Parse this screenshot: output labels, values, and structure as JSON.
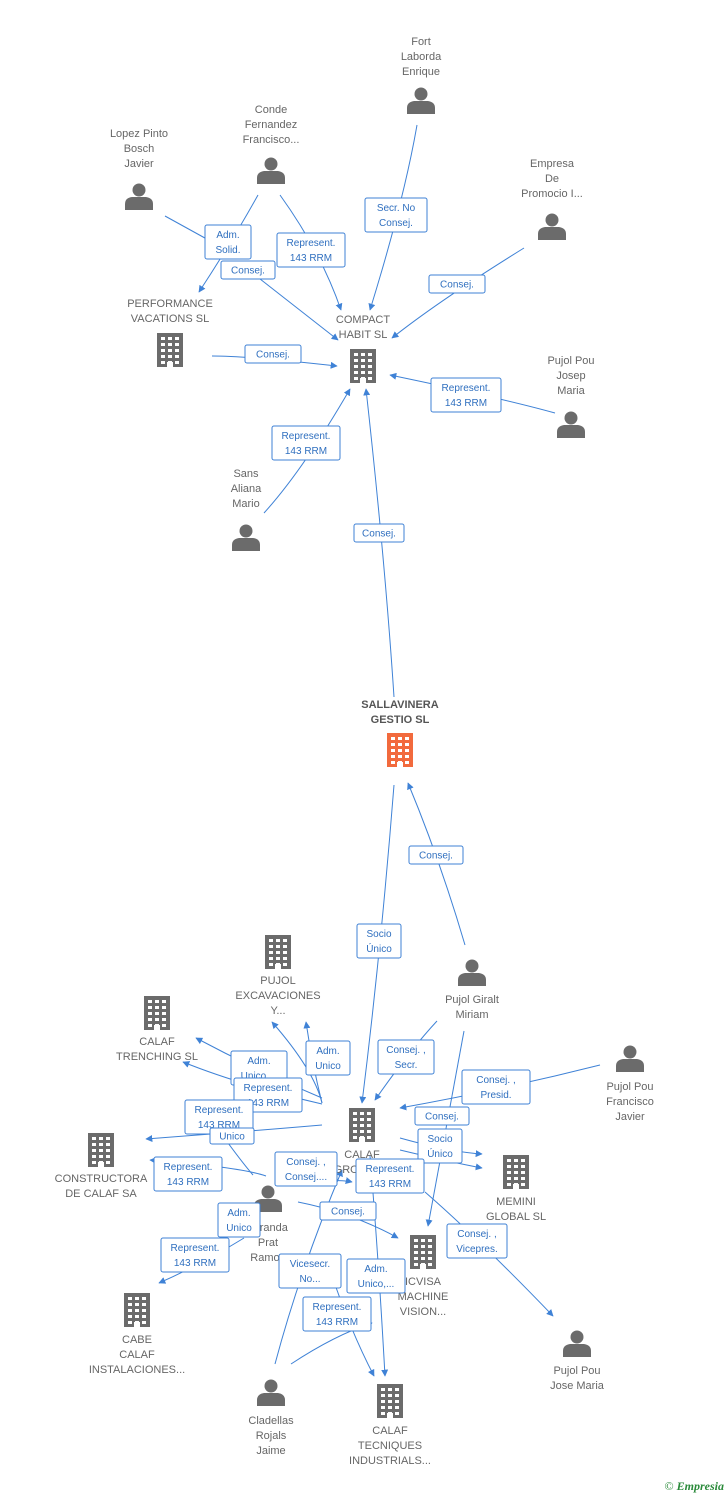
{
  "nodes": [
    {
      "id": "fort",
      "type": "person",
      "lines": [
        "Fort",
        "Laborda",
        "Enrique"
      ]
    },
    {
      "id": "conde",
      "type": "person",
      "lines": [
        "Conde",
        "Fernandez",
        "Francisco..."
      ]
    },
    {
      "id": "lopez",
      "type": "person",
      "lines": [
        "Lopez Pinto",
        "Bosch",
        "Javier"
      ]
    },
    {
      "id": "empresa",
      "type": "person",
      "lines": [
        "Empresa",
        "De",
        "Promocio I..."
      ]
    },
    {
      "id": "performance",
      "type": "company",
      "lines": [
        "PERFORMANCE",
        "VACATIONS SL"
      ]
    },
    {
      "id": "compact",
      "type": "company",
      "lines": [
        "COMPACT",
        "HABIT SL"
      ]
    },
    {
      "id": "pujolpou_jm",
      "type": "person",
      "lines": [
        "Pujol Pou",
        "Josep",
        "Maria"
      ]
    },
    {
      "id": "sans",
      "type": "person",
      "lines": [
        "Sans",
        "Aliana",
        "Mario"
      ]
    },
    {
      "id": "sallavinera",
      "type": "focus",
      "lines": [
        "SALLAVINERA",
        "GESTIO SL"
      ]
    },
    {
      "id": "pujolexc",
      "type": "company",
      "lines": [
        "PUJOL",
        "EXCAVACIONES",
        "Y..."
      ]
    },
    {
      "id": "calaftrench",
      "type": "company",
      "lines": [
        "CALAF",
        "TRENCHING SL"
      ]
    },
    {
      "id": "miriam",
      "type": "person",
      "lines": [
        "Pujol Giralt",
        "Miriam"
      ]
    },
    {
      "id": "fjavier",
      "type": "person",
      "lines": [
        "Pujol Pou",
        "Francisco",
        "Javier"
      ]
    },
    {
      "id": "calafgroup",
      "type": "company",
      "lines": [
        "CALAF",
        "GROUP SL"
      ]
    },
    {
      "id": "constructora",
      "type": "company",
      "lines": [
        "CONSTRUCTORA",
        "DE CALAF SA"
      ]
    },
    {
      "id": "memini",
      "type": "company",
      "lines": [
        "MEMINI",
        "GLOBAL SL"
      ]
    },
    {
      "id": "miranda",
      "type": "person",
      "lines": [
        "Miranda",
        "Prat",
        "Ramon"
      ]
    },
    {
      "id": "icvisa",
      "type": "company",
      "lines": [
        "ICVISA",
        "MACHINE",
        "VISION..."
      ]
    },
    {
      "id": "cabe",
      "type": "company",
      "lines": [
        "CABE",
        "CALAF",
        "INSTALACIONES..."
      ]
    },
    {
      "id": "josemaria",
      "type": "person",
      "lines": [
        "Pujol Pou",
        "Jose Maria"
      ]
    },
    {
      "id": "cladellas",
      "type": "person",
      "lines": [
        "Cladellas",
        "Rojals",
        "Jaime"
      ]
    },
    {
      "id": "tecniques",
      "type": "company",
      "lines": [
        "CALAF",
        "TECNIQUES",
        "INDUSTRIALS..."
      ]
    }
  ],
  "relations": [
    {
      "lines": [
        "Secr.  No",
        "Consej."
      ]
    },
    {
      "lines": [
        "Adm.",
        "Solid."
      ]
    },
    {
      "lines": [
        "Represent.",
        "143 RRM"
      ]
    },
    {
      "lines": [
        "Consej."
      ]
    },
    {
      "lines": [
        "Consej."
      ]
    },
    {
      "lines": [
        "Consej."
      ]
    },
    {
      "lines": [
        "Represent.",
        "143 RRM"
      ]
    },
    {
      "lines": [
        "Represent.",
        "143 RRM"
      ]
    },
    {
      "lines": [
        "Consej."
      ]
    },
    {
      "lines": [
        "Consej."
      ]
    },
    {
      "lines": [
        "Socio",
        "Único"
      ]
    },
    {
      "lines": [
        "Adm.",
        "Unico"
      ]
    },
    {
      "lines": [
        "Adm.",
        "Unico,..."
      ]
    },
    {
      "lines": [
        "Represent.",
        "143 RRM"
      ]
    },
    {
      "lines": [
        "Represent.",
        "143 RRM"
      ]
    },
    {
      "lines": [
        "Consej. ,",
        "Secr."
      ]
    },
    {
      "lines": [
        "Consej. ,",
        "Presid."
      ]
    },
    {
      "lines": [
        "Consej."
      ]
    },
    {
      "lines": [
        "Socio",
        "Único"
      ]
    },
    {
      "lines": [
        "Represent.",
        "143 RRM"
      ]
    },
    {
      "lines": [
        "Represent.",
        "143 RRM"
      ]
    },
    {
      "lines": [
        "Consej. ,",
        "Consej...."
      ]
    },
    {
      "lines": [
        "Adm.",
        "Unico"
      ]
    },
    {
      "lines": [
        "Consej."
      ]
    },
    {
      "lines": [
        "Represent.",
        "143 RRM"
      ]
    },
    {
      "lines": [
        "Consej. ,",
        "Vicepres."
      ]
    },
    {
      "lines": [
        "Vicesecr.",
        "No..."
      ]
    },
    {
      "lines": [
        "Adm.",
        "Unico,..."
      ]
    },
    {
      "lines": [
        "Represent.",
        "143 RRM"
      ]
    },
    {
      "lines": [
        "Unico"
      ]
    }
  ],
  "colors": {
    "edge": "#3f82d6",
    "node": "#6b6b6b",
    "focus": "#f26a3d",
    "label": "#2f6fbf"
  },
  "footer": {
    "copyright": "©",
    "brand": "Empresia"
  }
}
